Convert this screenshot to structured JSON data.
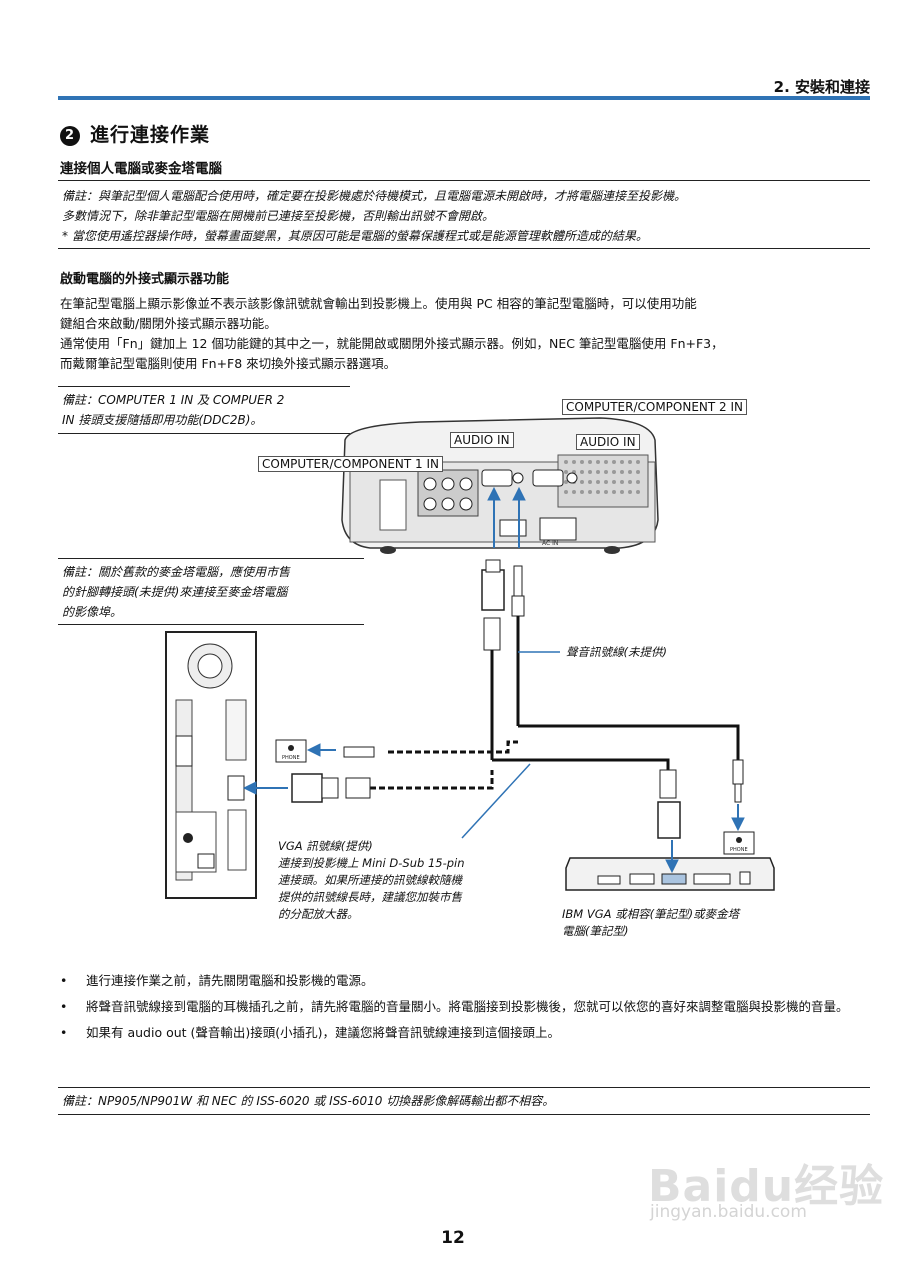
{
  "header": {
    "chapter": "2. 安裝和連接"
  },
  "section": {
    "number": "2",
    "title": "進行連接作業",
    "subtitle": "連接個人電腦或麥金塔電腦"
  },
  "note_top": {
    "line1": "備註：與筆記型個人電腦配合使用時，確定要在投影機處於待機模式，且電腦電源未開啟時，才將電腦連接至投影機。",
    "line2": "多數情況下，除非筆記型電腦在開機前已連接至投影機，否則輸出訊號不會開啟。",
    "line3": "*  當您使用遙控器操作時，螢幕畫面變黑，其原因可能是電腦的螢幕保護程式或是能源管理軟體所造成的結果。"
  },
  "ext_display": {
    "heading": "啟動電腦的外接式顯示器功能",
    "p1_line1": "在筆記型電腦上顯示影像並不表示該影像訊號就會輸出到投影機上。使用與 PC 相容的筆記型電腦時，可以使用功能",
    "p1_line2": "鍵組合來啟動/關閉外接式顯示器功能。",
    "p2_line1": "通常使用「Fn」鍵加上 12 個功能鍵的其中之一，就能開啟或關閉外接式顯示器。例如，NEC 筆記型電腦使用 Fn+F3，",
    "p2_line2": "而戴爾筆記型電腦則使用 Fn+F8 來切換外接式顯示器選項。"
  },
  "diagram": {
    "note_ddc_line1": "備註：COMPUTER 1 IN 及 COMPUER 2",
    "note_ddc_line2": "IN 接頭支援隨插即用功能(DDC2B)。",
    "note_mac_line1": "備註：關於舊款的麥金塔電腦，應使用市售",
    "note_mac_line2": "的針腳轉接頭(未提供)來連接至麥金塔電腦",
    "note_mac_line3": "的影像埠。",
    "label_comp2": "COMPUTER/COMPONENT 2 IN",
    "label_audio_left": "AUDIO IN",
    "label_audio_right": "AUDIO IN",
    "label_comp1": "COMPUTER/COMPONENT 1 IN",
    "audio_cable": "聲音訊號線(未提供)",
    "vga_line1": "VGA 訊號線(提供)",
    "vga_line2": "連接到投影機上 Mini D-Sub 15-pin",
    "vga_line3": "連接頭。如果所連接的訊號線較隨機",
    "vga_line4": "提供的訊號線長時，建議您加裝市售",
    "vga_line5": "的分配放大器。",
    "ibm_line1": "IBM VGA 或相容(筆記型)或麥金塔",
    "ibm_line2": "電腦(筆記型)",
    "phone_label": "PHONE",
    "ac_label": "AC IN"
  },
  "bullets": [
    "進行連接作業之前，請先關閉電腦和投影機的電源。",
    "將聲音訊號線接到電腦的耳機插孔之前，請先將電腦的音量關小。將電腦接到投影機後，您就可以依您的喜好來調整電腦與投影機的音量。",
    "如果有 audio out (聲音輸出)接頭(小插孔)，建議您將聲音訊號線連接到這個接頭上。"
  ],
  "note_bottom": "備註：NP905/NP901W 和 NEC 的 ISS-6020 或 ISS-6010 切換器影像解碼輸出都不相容。",
  "page_number": "12",
  "watermark": {
    "line1": "Baidu经验",
    "line2": "jingyan.baidu.com"
  },
  "colors": {
    "accent": "#2f73b5",
    "arrow": "#2f73b5"
  }
}
